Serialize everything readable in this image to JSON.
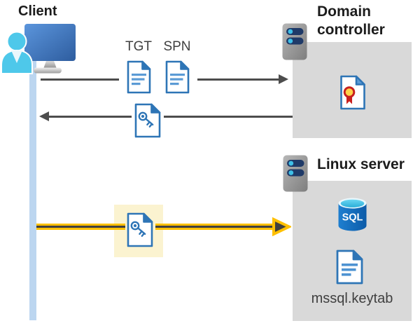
{
  "client": {
    "label": "Client"
  },
  "domain_controller": {
    "label": "Domain controller"
  },
  "linux_server": {
    "label": "Linux server"
  },
  "tickets": {
    "tgt": "TGT",
    "spn": "SPN"
  },
  "sql": {
    "label": "SQL"
  },
  "keytab": {
    "label": "mssql.keytab"
  },
  "colors": {
    "accent_yellow": "#FFC000",
    "arrow_gray": "#4D4D4D",
    "box_gray": "#D9D9D9",
    "highlight_yellow": "#FBF3D0",
    "document_blue": "#2E75B6",
    "document_line_blue": "#5B9BD5",
    "timeline_blue": "#BCD6F0",
    "server_navy": "#1F3A68",
    "server_led_cyan": "#3EC0E8",
    "sql_body_blue": "#0D5BA8",
    "certificate_red": "#C8201E",
    "certificate_gold": "#FFD24A"
  }
}
